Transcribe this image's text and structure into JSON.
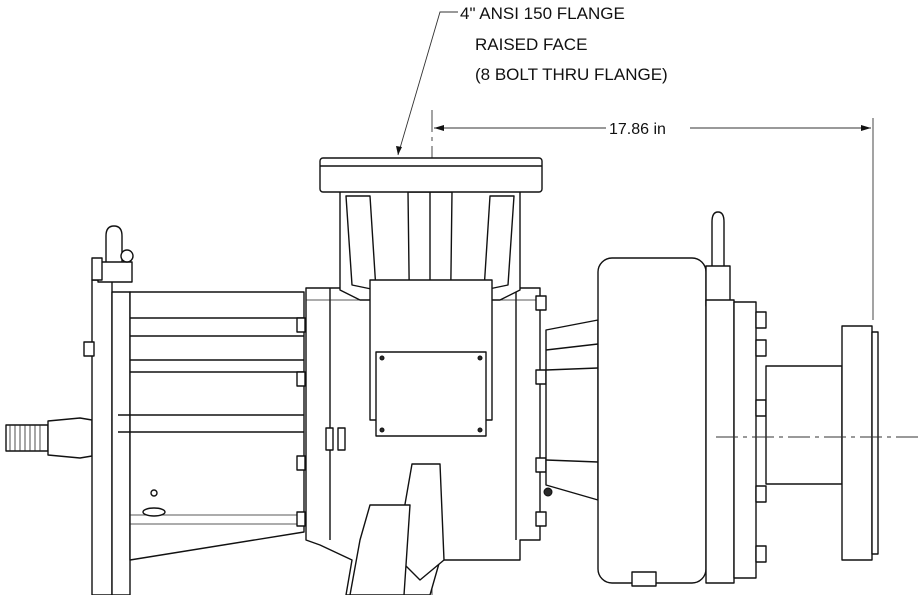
{
  "callout": {
    "line1": "4\" ANSI 150 FLANGE",
    "line2": "RAISED FACE",
    "line3": "(8 BOLT THRU FLANGE)"
  },
  "dimension": {
    "value": "17.86 in"
  },
  "colors": {
    "line": "#111111",
    "fill": "#ffffff",
    "shade": "#d9d9d9"
  }
}
